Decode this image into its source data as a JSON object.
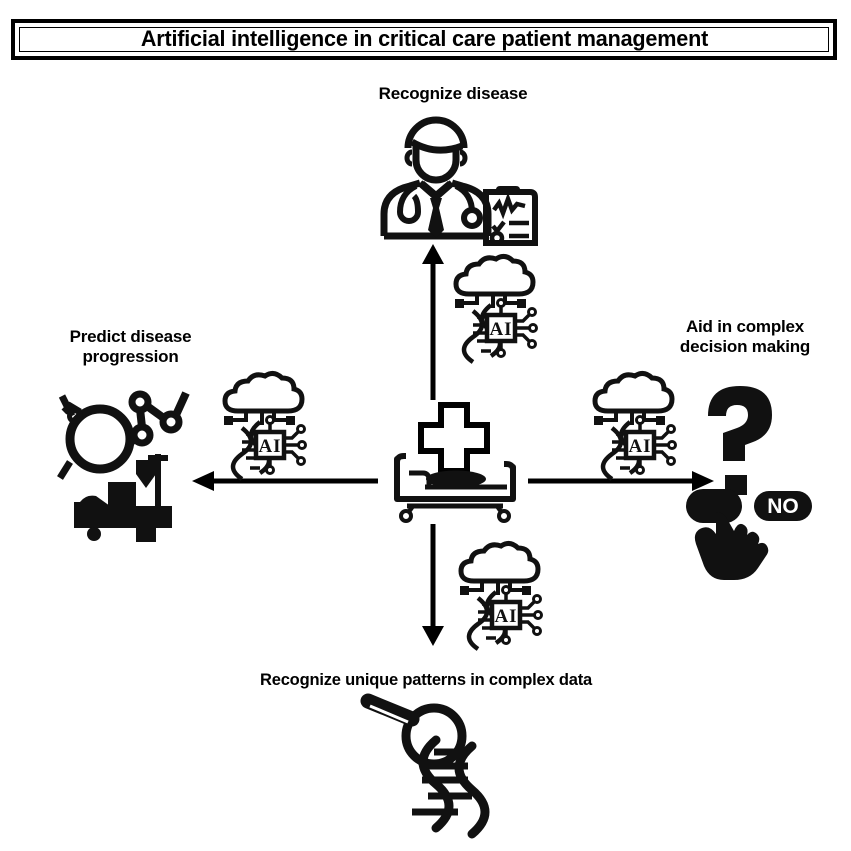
{
  "figure": {
    "title": "Artificial intelligence in critical care patient management",
    "background_color": "#ffffff",
    "ink_color": "#000000",
    "center": {
      "icon": "hospital-bed-with-medical-cross-icon",
      "label": ""
    },
    "nodes": [
      {
        "id": "recognize-disease",
        "label": "Recognize disease",
        "position": "top",
        "icon": "doctor-with-clipboard-icon",
        "arrow": "up"
      },
      {
        "id": "predict-disease-progression",
        "label": "Predict disease\nprogression",
        "position": "left",
        "icon": "operating-room-equipment-icon",
        "arrow": "left"
      },
      {
        "id": "aid-in-complex-decision-making",
        "label": "Aid in complex\ndecision making",
        "position": "right",
        "icon": "question-mark-hand-decision-icon",
        "arrow": "right",
        "badge_text": "NO"
      },
      {
        "id": "recognize-unique-patterns",
        "label": "Recognize unique patterns in complex data",
        "position": "bottom",
        "icon": "magnifier-dna-icon",
        "arrow": "down"
      }
    ],
    "ai_badges": [
      {
        "id": "ai-badge-top",
        "chip_label": "AI",
        "icon": "ai-cloud-dna-chip-icon"
      },
      {
        "id": "ai-badge-left",
        "chip_label": "AI",
        "icon": "ai-cloud-dna-chip-icon"
      },
      {
        "id": "ai-badge-right",
        "chip_label": "AI",
        "icon": "ai-cloud-dna-chip-icon"
      },
      {
        "id": "ai-badge-bottom",
        "chip_label": "AI",
        "icon": "ai-cloud-dna-chip-icon"
      }
    ]
  }
}
